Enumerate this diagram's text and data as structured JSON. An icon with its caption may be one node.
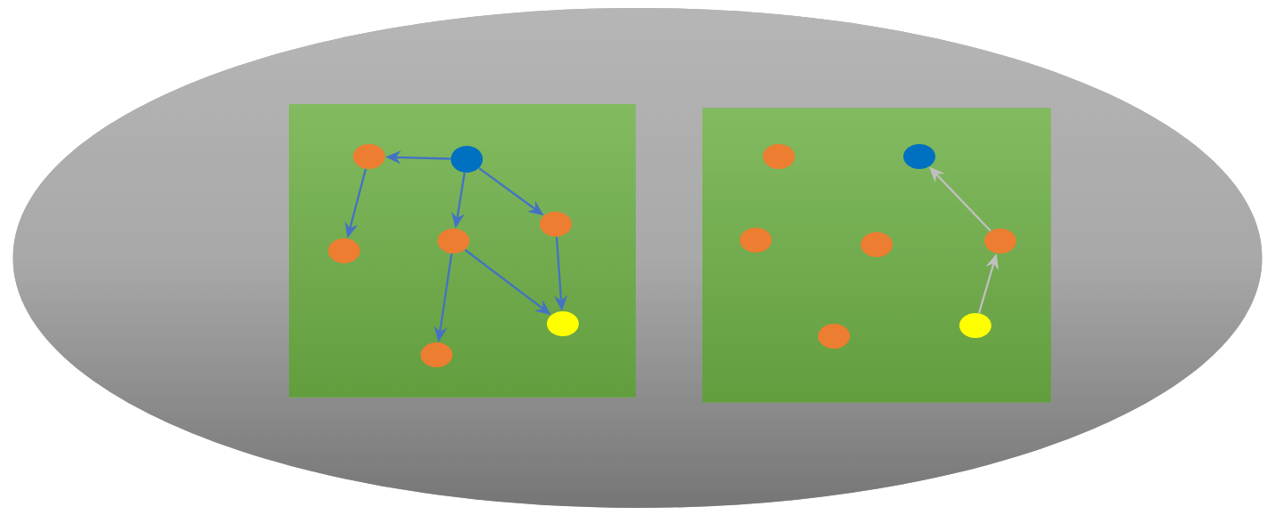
{
  "diagram": {
    "nodes": [
      {
        "text": [],
        "shape": "ellipse"
      },
      {
        "text": [],
        "shape": "box",
        "in": 0
      },
      {
        "text": [],
        "shape": "circle",
        "in": 1
      },
      {
        "text": [],
        "shape": "circle",
        "in": 1
      },
      {
        "text": [],
        "shape": "circle",
        "in": 1
      },
      {
        "text": [],
        "shape": "circle",
        "in": 1
      },
      {
        "text": [],
        "shape": "circle",
        "in": 1
      },
      {
        "text": [],
        "shape": "circle",
        "in": 1
      },
      {
        "text": [],
        "shape": "circle",
        "in": 1
      },
      {
        "text": [],
        "shape": "box",
        "in": 0
      },
      {
        "text": [],
        "shape": "circle",
        "in": 9
      },
      {
        "text": [],
        "shape": "circle",
        "in": 9
      },
      {
        "text": [],
        "shape": "circle",
        "in": 9
      },
      {
        "text": [],
        "shape": "circle",
        "in": 9
      },
      {
        "text": [],
        "shape": "circle",
        "in": 9
      },
      {
        "text": [],
        "shape": "circle",
        "in": 9
      },
      {
        "text": [],
        "shape": "circle",
        "in": 9
      }
    ],
    "edges": [
      {
        "from": 3,
        "to": 2,
        "arrow": "to"
      },
      {
        "from": 2,
        "to": 6,
        "arrow": "to"
      },
      {
        "from": 3,
        "to": 5,
        "arrow": "to"
      },
      {
        "from": 3,
        "to": 4,
        "arrow": "to"
      },
      {
        "from": 5,
        "to": 8,
        "arrow": "to"
      },
      {
        "from": 5,
        "to": 7,
        "arrow": "to"
      },
      {
        "from": 4,
        "to": 7,
        "arrow": "to"
      },
      {
        "from": 15,
        "to": 13,
        "arrow": "to",
        "color": "#c0c0c0"
      },
      {
        "from": 13,
        "to": 11,
        "arrow": "to",
        "color": "#c0c0c0"
      }
    ]
  }
}
